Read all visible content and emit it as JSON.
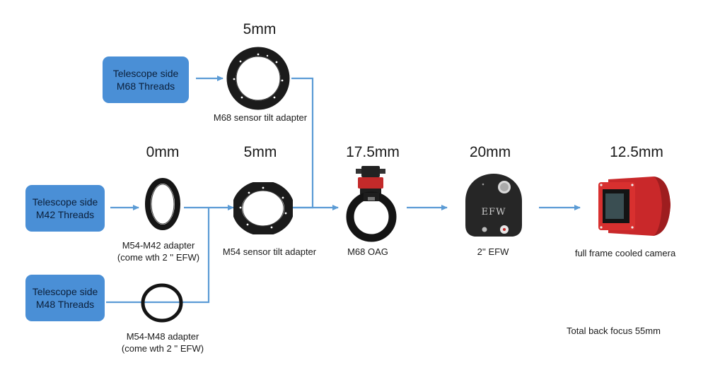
{
  "sources": [
    {
      "line1": "Telescope side",
      "line2": "M68 Threads"
    },
    {
      "line1": "Telescope side",
      "line2": "M42 Threads"
    },
    {
      "line1": "Telescope side",
      "line2": "M48 Threads"
    }
  ],
  "distances": {
    "m68_tilt": "5mm",
    "m54_m42": "0mm",
    "m54_tilt": "5mm",
    "oag": "17.5mm",
    "efw": "20mm",
    "camera": "12.5mm"
  },
  "captions": {
    "m68_tilt": "M68 sensor tilt adapter",
    "m54_m42_line1": "M54-M42 adapter",
    "m54_m42_line2": "(come wth 2 '' EFW)",
    "m54_tilt": "M54 sensor tilt adapter",
    "oag": "M68 OAG",
    "efw": "2'' EFW",
    "camera": "full frame cooled camera",
    "m54_m48_line1": "M54-M48 adapter",
    "m54_m48_line2": "(come wth 2 '' EFW)"
  },
  "efw_label": "EFW",
  "total_note": "Total back focus 55mm",
  "colors": {
    "box": "#4a8fd6",
    "line": "#5b9bd5",
    "camera_red": "#c9282a"
  }
}
